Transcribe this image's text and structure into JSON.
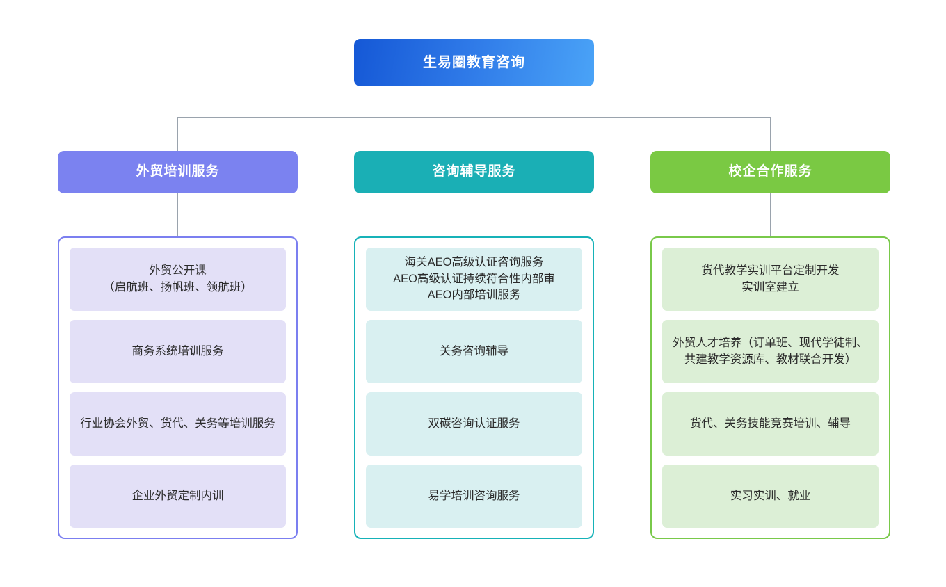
{
  "diagram": {
    "type": "organizational-tree",
    "orientation": "top-down",
    "root": {
      "label": "生易圈教育咨询",
      "color_start": "#1558d6",
      "color_end": "#4aa3f7"
    },
    "branches": [
      {
        "id": "foreign-trade-training",
        "label": "外贸培训服务",
        "header_color": "#7b82f0",
        "panel_border_color": "#7b7ff0",
        "item_color": "#e3e0f7",
        "items": [
          {
            "label": "外贸公开课\n（启航班、扬帆班、领航班）"
          },
          {
            "label": "商务系统培训服务"
          },
          {
            "label": "行业协会外贸、货代、关务等培训服务"
          },
          {
            "label": "企业外贸定制内训"
          }
        ]
      },
      {
        "id": "consulting-coaching",
        "label": "咨询辅导服务",
        "header_color": "#1aafb5",
        "panel_border_color": "#16b2b8",
        "item_color": "#d9f0f1",
        "items": [
          {
            "label": "海关AEO高级认证咨询服务\nAEO高级认证持续符合性内部审\nAEO内部培训服务"
          },
          {
            "label": "关务咨询辅导"
          },
          {
            "label": "双碳咨询认证服务"
          },
          {
            "label": "易学培训咨询服务"
          }
        ]
      },
      {
        "id": "school-enterprise-cooperation",
        "label": "校企合作服务",
        "header_color": "#7ac943",
        "panel_border_color": "#79c94a",
        "item_color": "#dcefd6",
        "items": [
          {
            "label": "货代教学实训平台定制开发\n实训室建立"
          },
          {
            "label": "外贸人才培养（订单班、现代学徒制、共建教学资源库、教材联合开发）"
          },
          {
            "label": "货代、关务技能竞赛培训、辅导"
          },
          {
            "label": "实习实训、就业"
          }
        ]
      }
    ],
    "connector_color": "#9aa3ad"
  }
}
